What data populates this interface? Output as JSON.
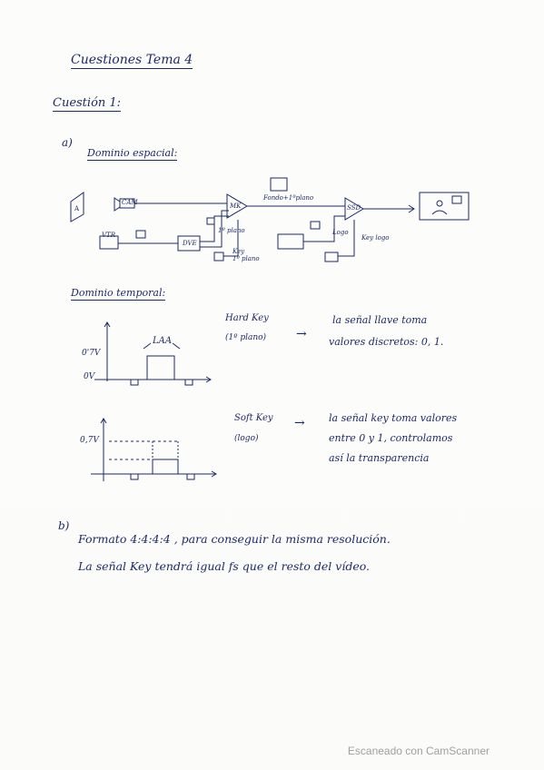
{
  "title": "Cuestiones Tema 4",
  "question": "Cuestión 1:",
  "part_a": "a)",
  "spatial": {
    "heading": "Dominio espacial:",
    "cam": "CAM",
    "vtr": "VTR",
    "dve": "DVE",
    "mix": "MK",
    "ssd": "SSD",
    "fondo": "Fondo+1ºplano",
    "plano1": "1º plano",
    "key1": "Key",
    "key1b": "1º plano",
    "logo": "Logo",
    "keylogo": "Key logo"
  },
  "temporal": {
    "heading": "Dominio temporal:",
    "hard_key": "Hard Key",
    "hard_sub": "(1º plano)",
    "hard_desc1": "la señal llave toma",
    "hard_desc2": "valores discretos: 0, 1.",
    "soft_key": "Soft Key",
    "soft_sub": "(logo)",
    "soft_desc1": "la señal key toma valores",
    "soft_desc2": "entre 0 y 1, controlamos",
    "soft_desc3": "así la transparencia",
    "lab_07v_1": "0'7V",
    "lab_0v": "0V",
    "lab_laa": "LAA",
    "lab_07v_2": "0,7V",
    "arrow": "→"
  },
  "part_b": "b)",
  "b_line1": "Formato 4:4:4:4 , para conseguir la misma resolución.",
  "b_line2": "La señal Key tendrá igual fs que el resto del vídeo.",
  "footer": "Escaneado con CamScanner"
}
